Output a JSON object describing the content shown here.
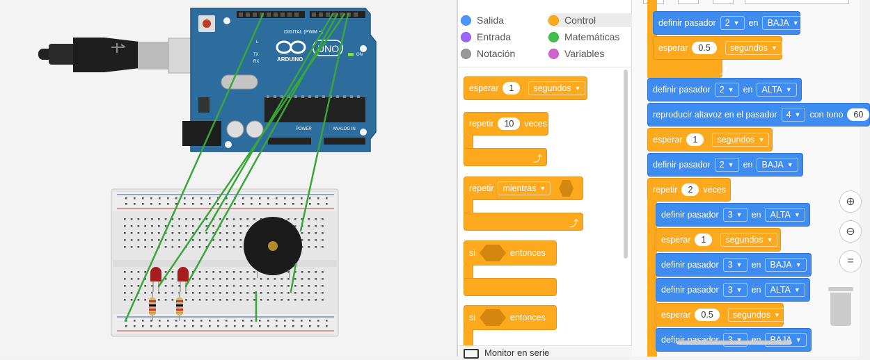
{
  "palette": {
    "categories": [
      {
        "label": "Salida",
        "color": "#4c97ff"
      },
      {
        "label": "Control",
        "color": "#ffab19"
      },
      {
        "label": "Entrada",
        "color": "#9966ff"
      },
      {
        "label": "Matemáticas",
        "color": "#40bf4a"
      },
      {
        "label": "Notación",
        "color": "#999999"
      },
      {
        "label": "Variables",
        "color": "#cf63cf"
      }
    ],
    "blocks": {
      "wait": {
        "label": "esperar",
        "value": "1",
        "unit": "segundos"
      },
      "repeat": {
        "label": "repetir",
        "value": "10",
        "suffix": "veces"
      },
      "repeat_while": {
        "label": "repetir",
        "mode": "mientras"
      },
      "if1": {
        "label": "si",
        "suffix": "entonces"
      },
      "if2": {
        "label": "si",
        "suffix": "entonces"
      }
    },
    "serial_monitor": "Monitor en serie"
  },
  "workspace": {
    "blocks": [
      {
        "type": "output",
        "label": "definir pasador",
        "pin": "2",
        "conj": "en",
        "state": "BAJA"
      },
      {
        "type": "control",
        "label": "esperar",
        "value": "0.5",
        "unit": "segundos"
      },
      {
        "type": "output",
        "label": "definir pasador",
        "pin": "2",
        "conj": "en",
        "state": "ALTA"
      },
      {
        "type": "output",
        "label": "reproducir altavoz en el pasador",
        "pin": "4",
        "conj": "con tono",
        "value": "60"
      },
      {
        "type": "control",
        "label": "esperar",
        "value": "1",
        "unit": "segundos"
      },
      {
        "type": "output",
        "label": "definir pasador",
        "pin": "2",
        "conj": "en",
        "state": "BAJA"
      },
      {
        "type": "control",
        "label": "repetir",
        "value": "2",
        "suffix": "veces"
      },
      {
        "type": "output",
        "label": "definir pasador",
        "pin": "3",
        "conj": "en",
        "state": "ALTA"
      },
      {
        "type": "control",
        "label": "esperar",
        "value": "1",
        "unit": "segundos"
      },
      {
        "type": "output",
        "label": "definir pasador",
        "pin": "3",
        "conj": "en",
        "state": "BAJA"
      },
      {
        "type": "output",
        "label": "definir pasador",
        "pin": "3",
        "conj": "en",
        "state": "ALTA"
      },
      {
        "type": "control",
        "label": "esperar",
        "value": "0.5",
        "unit": "segundos"
      },
      {
        "type": "output",
        "label": "definir pasador",
        "pin": "3",
        "conj": "en",
        "state": "BAJA"
      }
    ]
  },
  "arduino": {
    "brand": "ARDUINO",
    "model": "UNO",
    "digital_label": "DIGITAL (PWM ~)",
    "power_label": "POWER",
    "analog_label": "ANALOG IN",
    "on_label": "ON",
    "tx_label": "TX",
    "rx_label": "RX",
    "l_label": "L"
  },
  "colors": {
    "board": "#2c6d9e",
    "wire": "#3aa63a",
    "control": "#fca91d",
    "output": "#3f8cf1"
  }
}
